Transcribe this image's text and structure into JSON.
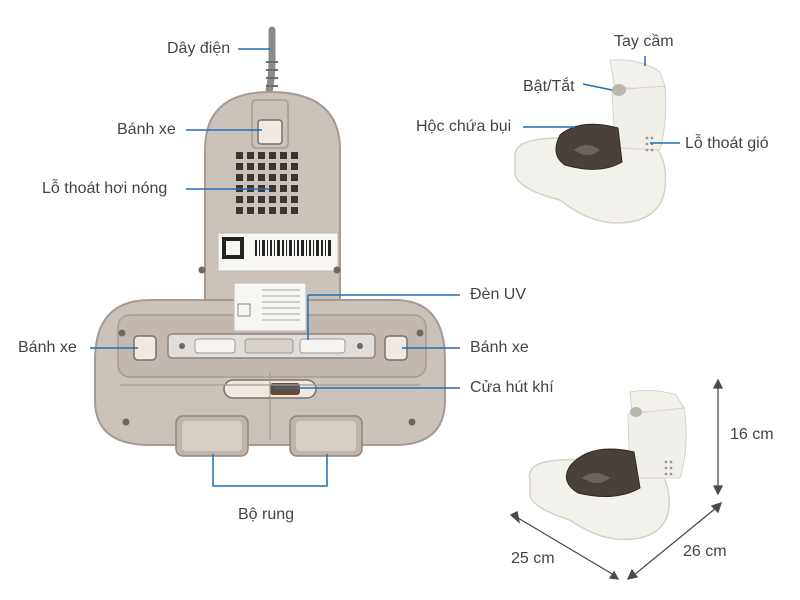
{
  "labels": {
    "day_dien": "Dây điện",
    "banh_xe_top": "Bánh xe",
    "lo_thoat_hoi_nong": "Lỗ thoát hơi nóng",
    "den_uv": "Đèn UV",
    "banh_xe_left": "Bánh xe",
    "banh_xe_right": "Bánh xe",
    "cua_hut_khi": "Cửa hút khí",
    "bo_rung": "Bộ rung",
    "tay_cam": "Tay cầm",
    "bat_tat": "Bật/Tắt",
    "hoc_chua_bui": "Hộc chứa bụi",
    "lo_thoat_gio": "Lỗ thoát gió"
  },
  "dimensions": {
    "height": "16 cm",
    "width": "25 cm",
    "depth": "26 cm"
  },
  "colors": {
    "body_bottom": "#c9bfb7",
    "body_edge": "#9f958d",
    "device_white": "#f1efea",
    "bin_dark": "#4a413a",
    "leader_line": "#1f6fb5"
  }
}
